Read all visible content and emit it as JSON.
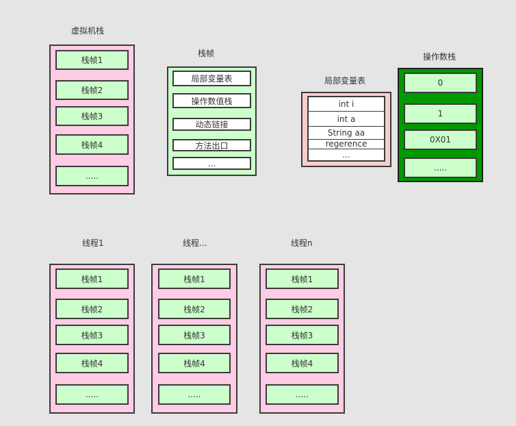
{
  "vm_stack": {
    "title": "虚拟机栈",
    "frames": [
      "栈帧1",
      "栈帧2",
      "栈帧3",
      "栈帧4",
      "....."
    ]
  },
  "stack_frame": {
    "title": "栈帧",
    "items": [
      "局部变量表",
      "操作数值栈",
      "动态链接",
      "方法出口",
      "..."
    ]
  },
  "local_var_table": {
    "title": "局部变量表",
    "rows": [
      "int i",
      "int a",
      "String aa",
      "regerence",
      "..."
    ]
  },
  "operand_stack": {
    "title": "操作数栈",
    "items": [
      "0",
      "1",
      "0X01",
      "....."
    ]
  },
  "threads": [
    {
      "title": "线程1",
      "frames": [
        "栈帧1",
        "栈帧2",
        "栈帧3",
        "栈帧4",
        "....."
      ]
    },
    {
      "title": "线程...",
      "frames": [
        "栈帧1",
        "栈帧2",
        "栈帧3",
        "栈帧4",
        "....."
      ]
    },
    {
      "title": "线程n",
      "frames": [
        "栈帧1",
        "栈帧2",
        "栈帧3",
        "栈帧4",
        "....."
      ]
    }
  ],
  "colors": {
    "background": "#e5e5e5",
    "stack_fill": "#ffcce6",
    "frame_fill": "#ccffcc",
    "table_fill": "#f8cecc",
    "operand_fill": "#009900",
    "border": "#3a3a3a"
  }
}
